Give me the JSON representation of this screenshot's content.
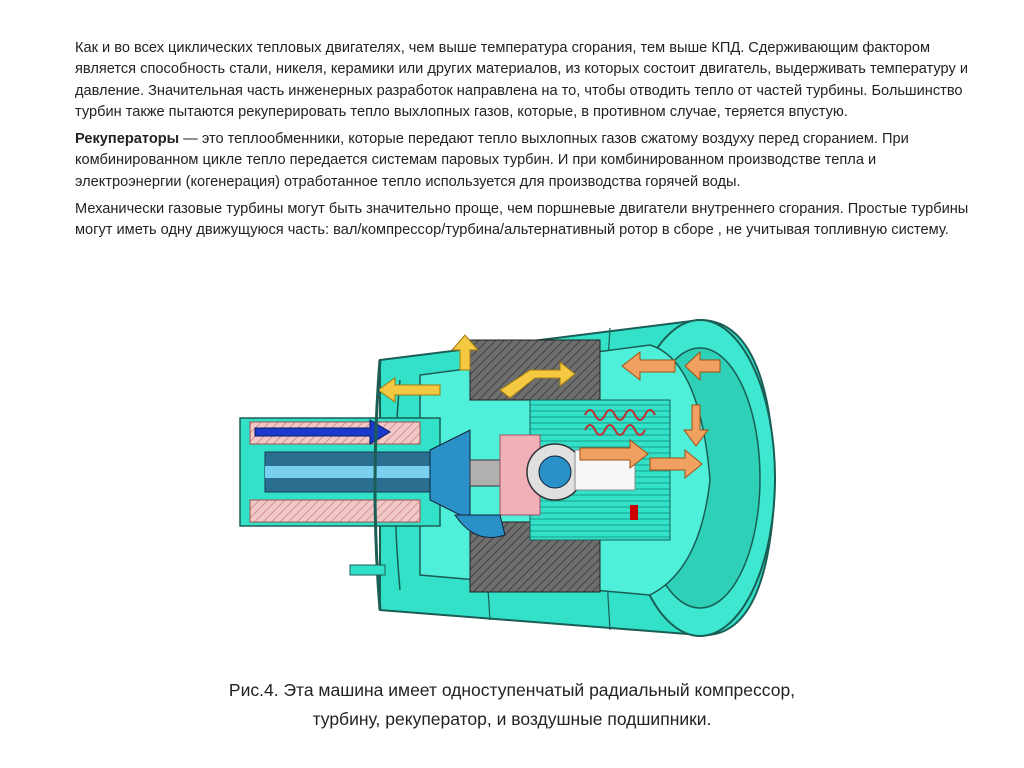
{
  "paragraphs": [
    {
      "text": "Как и во всех циклических тепловых двигателях, чем выше температура сгорания, тем выше КПД. Сдерживающим фактором является способность стали, никеля, керамики или других материалов, из которых состоит двигатель, выдерживать температуру и давление. Значительная часть инженерных разработок направлена на то, чтобы отводить тепло от частей турбины. Большинство турбин также пытаются рекуперировать тепло выхлопных газов, которые, в противном случае, теряется впустую."
    },
    {
      "bold": "Рекуператоры",
      "text": " — это теплообменники, которые передают тепло выхлопных газов сжатому воздуху перед сгоранием. При комбинированном цикле тепло передается системам паровых турбин. И при комбинированном производстве тепла и электроэнергии (когенерация) отработанное тепло используется для производства горячей воды."
    },
    {
      "text": "Механически газовые турбины могут быть значительно проще, чем поршневые двигатели внутреннего сгорания. Простые турбины могут иметь одну движущуюся часть: вал/компрессор/турбина/альтернативный ротор в сборе , не учитывая топливную систему."
    }
  ],
  "caption": {
    "line1": "Рис.4. Эта машина имеет одноступенчатый радиальный компрессор,",
    "line2": "турбину, рекуператор, и воздушные подшипники."
  },
  "colors": {
    "casing": "#33e0c8",
    "casing_dark": "#1a9e8c",
    "hatch": "#f0c8c8",
    "arrow_hot": "#f0a060",
    "arrow_warm": "#f5c842",
    "arrow_cold": "#1a3acc",
    "rotor": "#2a90c8",
    "dark": "#555555"
  }
}
